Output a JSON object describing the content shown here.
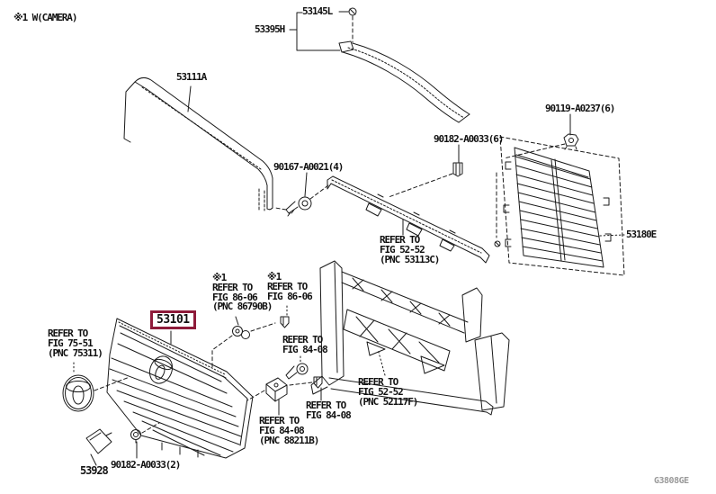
{
  "title_note": "※1 W(CAMERA)",
  "watermark": "G3808GE",
  "colors": {
    "highlight": "#8e1b3a",
    "line": "#1a1a1a",
    "watermark": "#9a9a9a"
  },
  "labels": {
    "l53145": "53145L",
    "l53395": "53395H",
    "l53111": "53111A",
    "l90167": "90167-A0021(4)",
    "l90182_6": "90182-A0033(6)",
    "l90119": "90119-A0237(6)",
    "l53180": "53180E",
    "l53101": "53101",
    "l53928": "53928",
    "l90182_2": "90182-A0033(2)"
  },
  "refer": {
    "r53113c": {
      "l1": "REFER TO",
      "l2": "FIG 52-52",
      "l3": "(PNC 53113C)"
    },
    "r86790b": {
      "l0": "※1",
      "l1": "REFER TO",
      "l2": "FIG 86-06",
      "l3": "(PNC 86790B)"
    },
    "r8606": {
      "l0": "※1",
      "l1": "REFER TO",
      "l2": "FIG 86-06"
    },
    "r75311": {
      "l1": "REFER TO",
      "l2": "FIG 75-51",
      "l3": "(PNC 75311)"
    },
    "r8408a": {
      "l1": "REFER TO",
      "l2": "FIG 84-08"
    },
    "r8408b": {
      "l1": "REFER TO",
      "l2": "FIG 84-08"
    },
    "r88211b": {
      "l1": "REFER TO",
      "l2": "FIG 84-08",
      "l3": "(PNC 88211B)"
    },
    "r52117f": {
      "l1": "REFER TO",
      "l2": "FIG 52-52",
      "l3": "(PNC 52117F)"
    }
  }
}
